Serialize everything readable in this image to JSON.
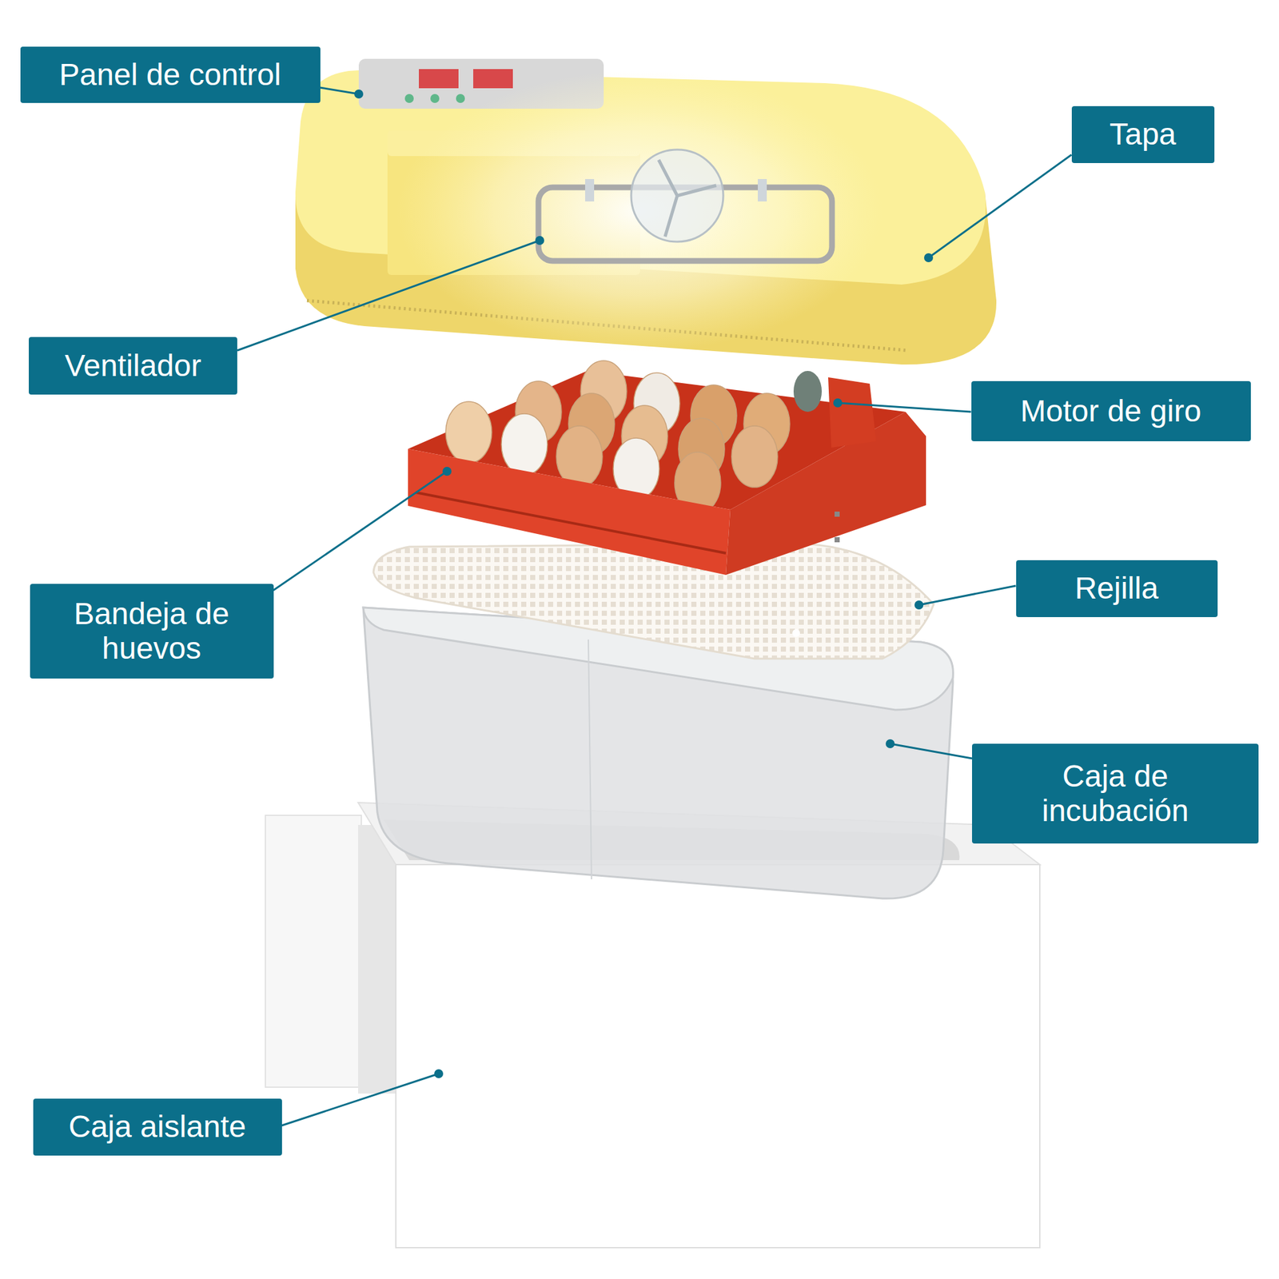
{
  "diagram": {
    "nodes": [
      {
        "text": [
          "Panel de control"
        ]
      },
      {
        "text": [
          "Tapa"
        ]
      },
      {
        "text": [
          "Ventilador"
        ]
      },
      {
        "text": [
          "Motor de giro"
        ]
      },
      {
        "text": [
          "Rejilla"
        ]
      },
      {
        "text": [
          "Bandeja de huevos"
        ]
      },
      {
        "text": [
          "Caja de incubación"
        ]
      },
      {
        "text": [
          "Caja aislante"
        ]
      }
    ]
  }
}
